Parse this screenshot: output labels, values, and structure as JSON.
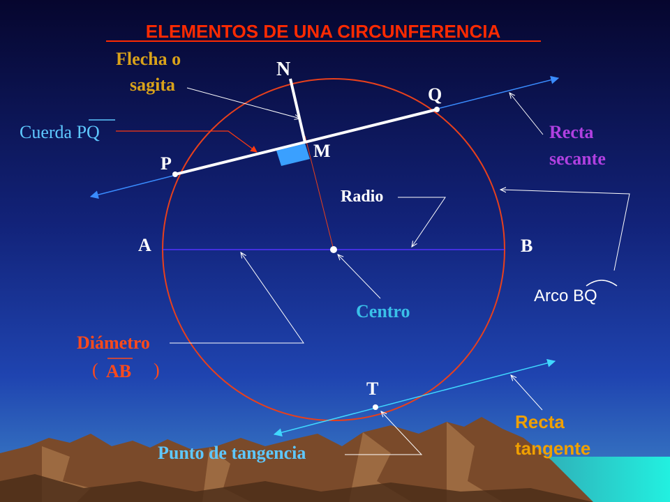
{
  "title": "ELEMENTOS DE UNA CIRCUNFERENCIA",
  "labels": {
    "flecha_line1": "Flecha o",
    "flecha_line2": "sagita",
    "cuerda": "Cuerda PQ",
    "recta_secante_line1": "Recta",
    "recta_secante_line2": "secante",
    "radio": "Radio",
    "arco": "Arco BQ",
    "centro": "Centro",
    "diametro": "Diámetro",
    "diametro_paren_open": "(",
    "diametro_ab": "AB",
    "diametro_paren_close": ")",
    "recta_tangente_line1": "Recta",
    "recta_tangente_line2": "tangente",
    "punto_tangencia": "Punto de tangencia"
  },
  "points": {
    "N": "N",
    "Q": "Q",
    "M": "M",
    "P": "P",
    "A": "A",
    "B": "B",
    "T": "T"
  },
  "colors": {
    "title": "#ff2a00",
    "circle": "#e8401c",
    "flecha": "#d9a21a",
    "cuerda": "#5ec8ff",
    "secante_text": "#b040e0",
    "radio": "#ffffff",
    "arco": "#ffffff",
    "centro": "#3ac0e8",
    "diametro": "#ff4a1a",
    "tangente_text": "#f0a000",
    "punto_tangencia": "#5ec8ff",
    "secant_line": "#3a8cff",
    "diameter_line": "#5533ff",
    "tangent_line": "#40d8ff",
    "right_angle": "#3aa0ff",
    "sky_top": "#0a0a3a",
    "sky_bottom": "#1e3ea8"
  }
}
